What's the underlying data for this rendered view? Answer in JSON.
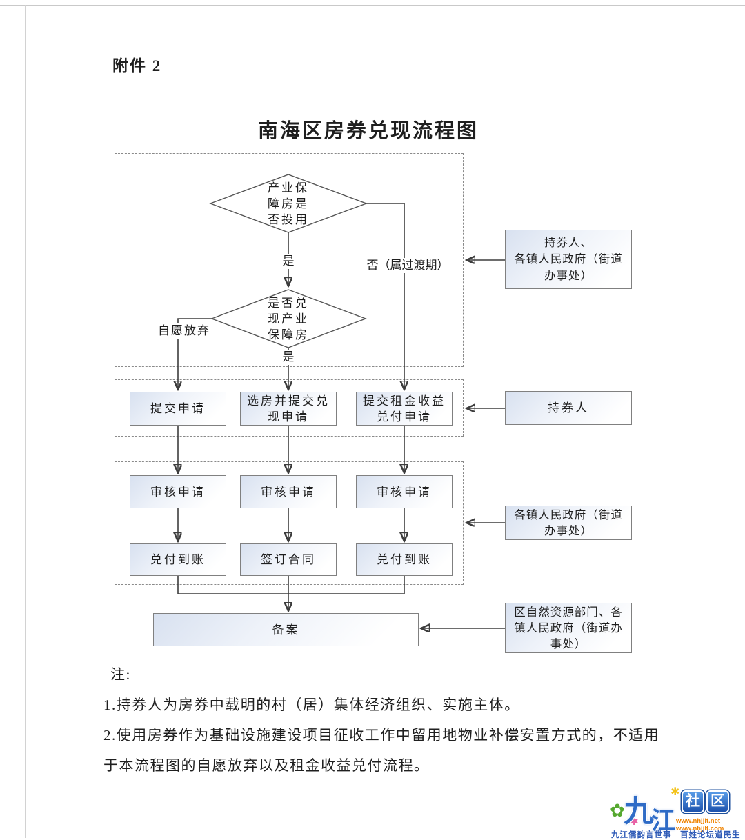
{
  "page": {
    "attachment_label": "附件 2",
    "title": "南海区房券兑现流程图"
  },
  "flowchart": {
    "diamond1": "产业保\n障房是\n否投用",
    "diamond2": "是否兑\n现产业\n保障房",
    "labels": {
      "yes1": "是",
      "no_transition": "否（属过渡期）",
      "voluntary_waiver": "自愿放弃",
      "yes2": "是"
    },
    "stage1": [
      "提交申请",
      "选房并提交兑\n现申请",
      "提交租金收益\n兑付申请"
    ],
    "stage2": [
      "审核申请",
      "审核申请",
      "审核申请"
    ],
    "stage3": [
      "兑付到账",
      "签订合同",
      "兑付到账"
    ],
    "filing": "备案",
    "side_boxes": [
      "持券人、\n各镇人民政府（街道\n办事处）",
      "持券人",
      "各镇人民政府（街道\n办事处）",
      "区自然资源部门、各\n镇人民政府（街道办\n事处）"
    ]
  },
  "notes": {
    "heading": "注:",
    "items": [
      "1.持券人为房券中载明的村（居）集体经济组织、实施主体。",
      "2.使用房券作为基础设施建设项目征收工作中留用地物业补偿安置方式的，不适用于本流程图的自愿放弃以及租金收益兑付流程。"
    ]
  },
  "logo": {
    "char1": "九",
    "char2": "江",
    "tile1": "社",
    "tile2": "区",
    "url1": "www.nhjjlt.net",
    "url2": "www.nhjjlt.com",
    "slogan": "九江儒韵言世事　百姓论坛道民生",
    "flower_glyph": "✿",
    "sparkle_glyph": "✱"
  },
  "colors": {
    "line": "#3d3d3d",
    "box_border": "#808080",
    "dashed_border": "#8a8a8a",
    "logo_blue": "#2e6bc6",
    "logo_orange": "#f08300",
    "logo_green": "#55a82f",
    "logo_pink": "#e960a4",
    "logo_yellow": "#f3c21a"
  }
}
